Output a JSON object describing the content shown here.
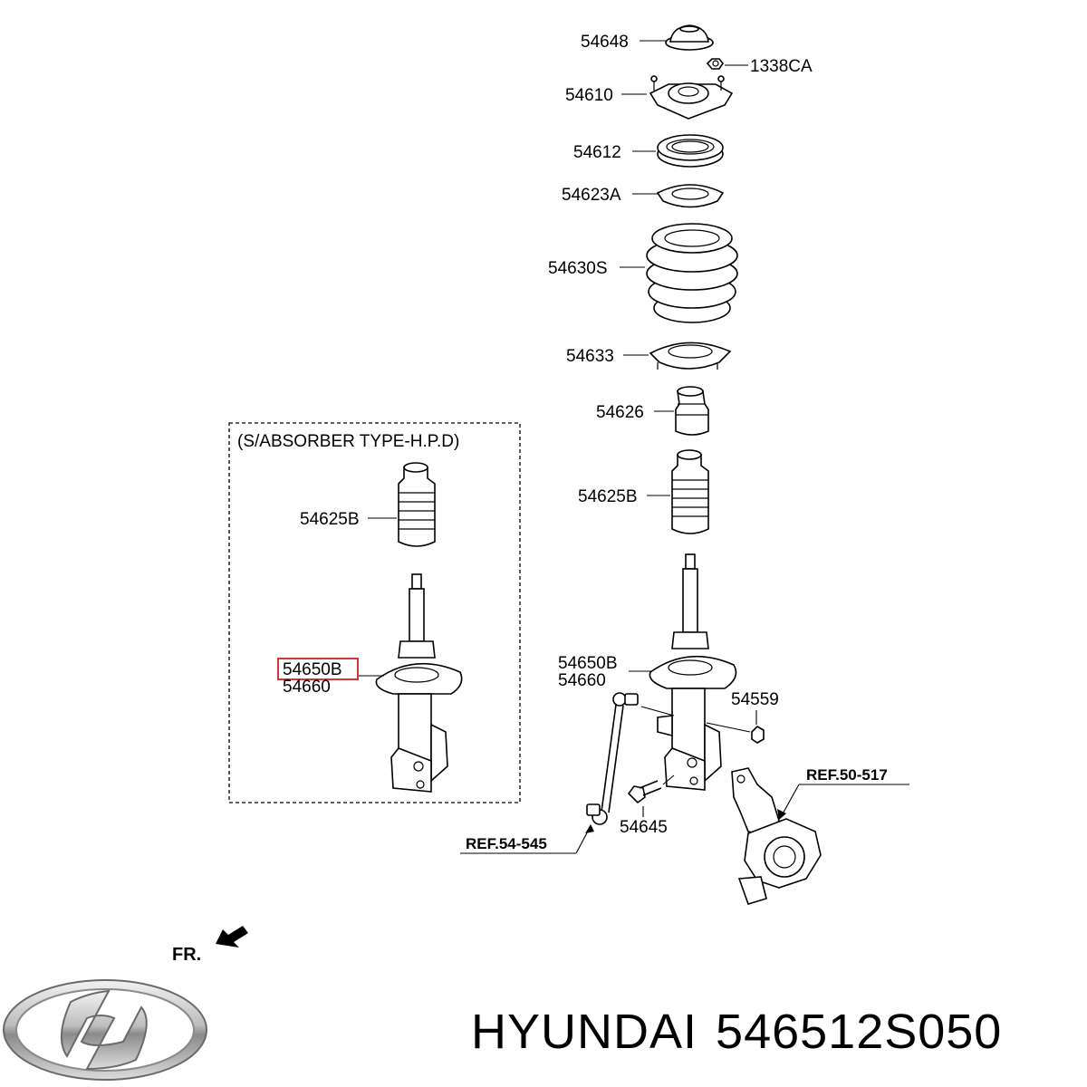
{
  "box_title": "(S/ABSORBER TYPE-H.P.D)",
  "labels": {
    "p54648": "54648",
    "p1338CA": "1338CA",
    "p54610": "54610",
    "p54612": "54612",
    "p54623A": "54623A",
    "p54630S": "54630S",
    "p54633": "54633",
    "p54626": "54626",
    "p54625B_main": "54625B",
    "p54650B_main": "54650B",
    "p54660_main": "54660",
    "p54559": "54559",
    "p54645": "54645",
    "p54625B_box": "54625B",
    "p54650B_box": "54650B",
    "p54660_box": "54660"
  },
  "refs": {
    "ref_50_517": "REF.50-517",
    "ref_54_545": "REF.54-545"
  },
  "front_indicator": "FR.",
  "footer": {
    "brand": "HYUNDAI",
    "part_number": "546512S050"
  },
  "highlight_color": "#cc2222",
  "logo": "hyundai-logo"
}
